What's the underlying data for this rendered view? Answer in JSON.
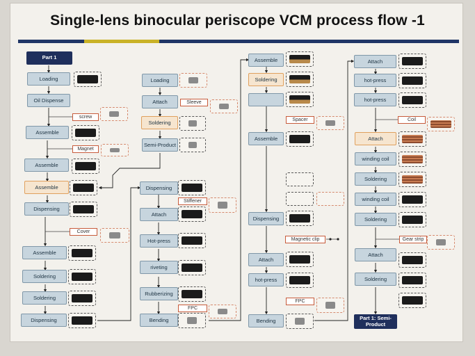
{
  "title": "Single-lens binocular periscope VCM process flow -1",
  "part1_label": "Part 1",
  "part1_end_label": "Part 1: Semi-Product",
  "steps": {
    "c1": [
      "Loading",
      "Oil Dispense",
      "Assemble",
      "Assemble",
      "Assemble",
      "Dispensing",
      "Assemble",
      "Soldering",
      "Soldering",
      "Dispensing"
    ],
    "c2a": [
      "Loading",
      "Attach",
      "Soldering",
      "Semi-Product"
    ],
    "c2b": [
      "Dispensing",
      "Attach",
      "Hot-press",
      "riveting",
      "Rubberizing",
      "Bending"
    ],
    "c3": [
      "Assemble",
      "Soldering",
      "",
      "Assemble",
      "Dispensing",
      "Attach",
      "hot-press",
      "Bending"
    ],
    "c4": [
      "Attach",
      "hot-press",
      "hot-press",
      "Attach",
      "winding coil",
      "Soldering",
      "winding coil",
      "Soldering",
      "Attach",
      "Soldering"
    ]
  },
  "labels": {
    "screw": "screw",
    "magnet": "Magnet",
    "cover": "Cover",
    "sleeve": "Sleeve",
    "stiffener": "Stiffener",
    "fpc1": "FPC",
    "spacer": "Spacer",
    "magnetic_clip": "Magnetic clip",
    "fpc2": "FPC",
    "coil": "Coil",
    "gear_strip": "Gear strip"
  },
  "colors": {
    "step_fill": "#c7d5de",
    "highlight_fill": "#f6e5cf",
    "navy": "#1f2f5c",
    "label_border": "#c75b3b"
  }
}
